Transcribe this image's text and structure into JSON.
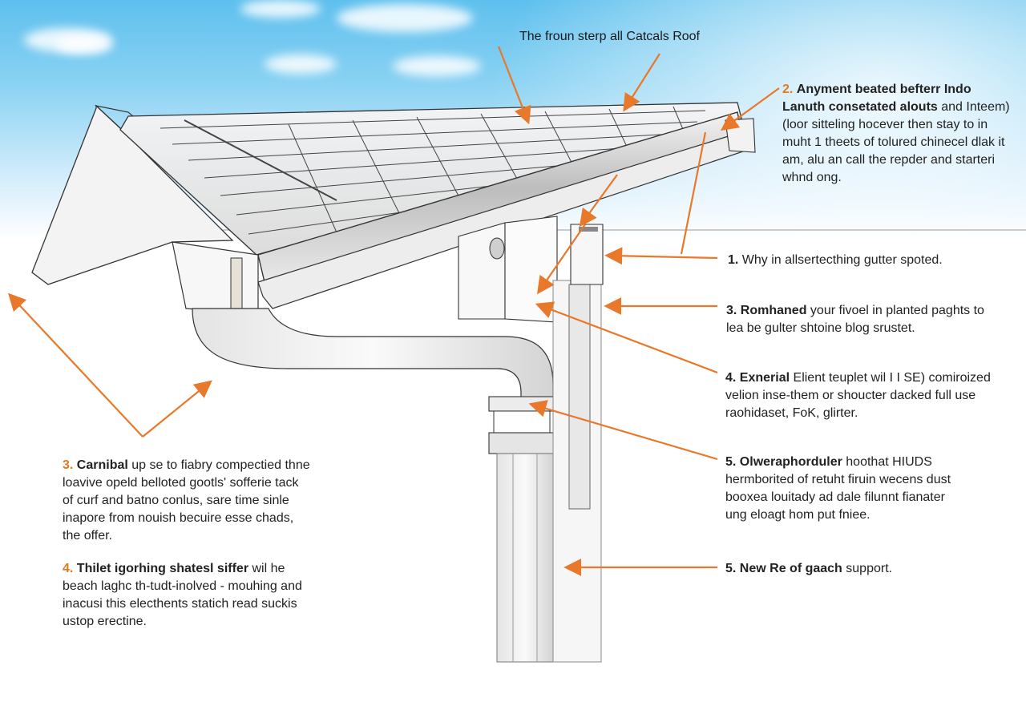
{
  "diagram": {
    "title": "The froun sterp all Catcals Roof",
    "accent_color": "#e8782a",
    "sky_color": "#5ec0ee",
    "callouts_right": [
      {
        "num": "2.",
        "lead": "Anyment beated befterr Indo Lanuth consetated alouts",
        "body": "and Inteem) (loor sitteling hocever then stay to in muht 1 theets of tolured chinecel dlak it am, alu an call the repder and starteri whnd ong."
      },
      {
        "num": "1.",
        "lead": "",
        "body": "Why in allsertecthing gutter spoted."
      },
      {
        "num": "3.",
        "lead": "Romhaned",
        "body": "your fivoel in planted paghts to lea be gulter shtoine blog srustet."
      },
      {
        "num": "4.",
        "lead": "Exnerial",
        "body": "Elient teuplet wil I I SE) comiroized velion inse-them or shoucter dacked full use raohidaset, FoK, glirter."
      },
      {
        "num": "5.",
        "lead": "Olweraphorduler",
        "body": "hoothat HIUDS hermborited of retuht firuin wecens dust booxea louitady ad dale filunnt fianater ung eloagt hom put fniee."
      },
      {
        "num": "5.",
        "lead": "New Re of gaach",
        "body": "support."
      }
    ],
    "callouts_left": [
      {
        "num": "3.",
        "lead": "Carnibal",
        "body": "up se to fiabry compectied thne loavive opeld belloted gootls' sofferie tack of curf and batno conlus, sare time sinle inapore from nouish becuire esse chads, the offer."
      },
      {
        "num": "4.",
        "lead": "Thilet igorhing shatesl siffer",
        "body": "wil he beach laghc th-tudt-inolved - mouhing and inacusi this electhents statich read suckis ustop erectine."
      }
    ]
  }
}
